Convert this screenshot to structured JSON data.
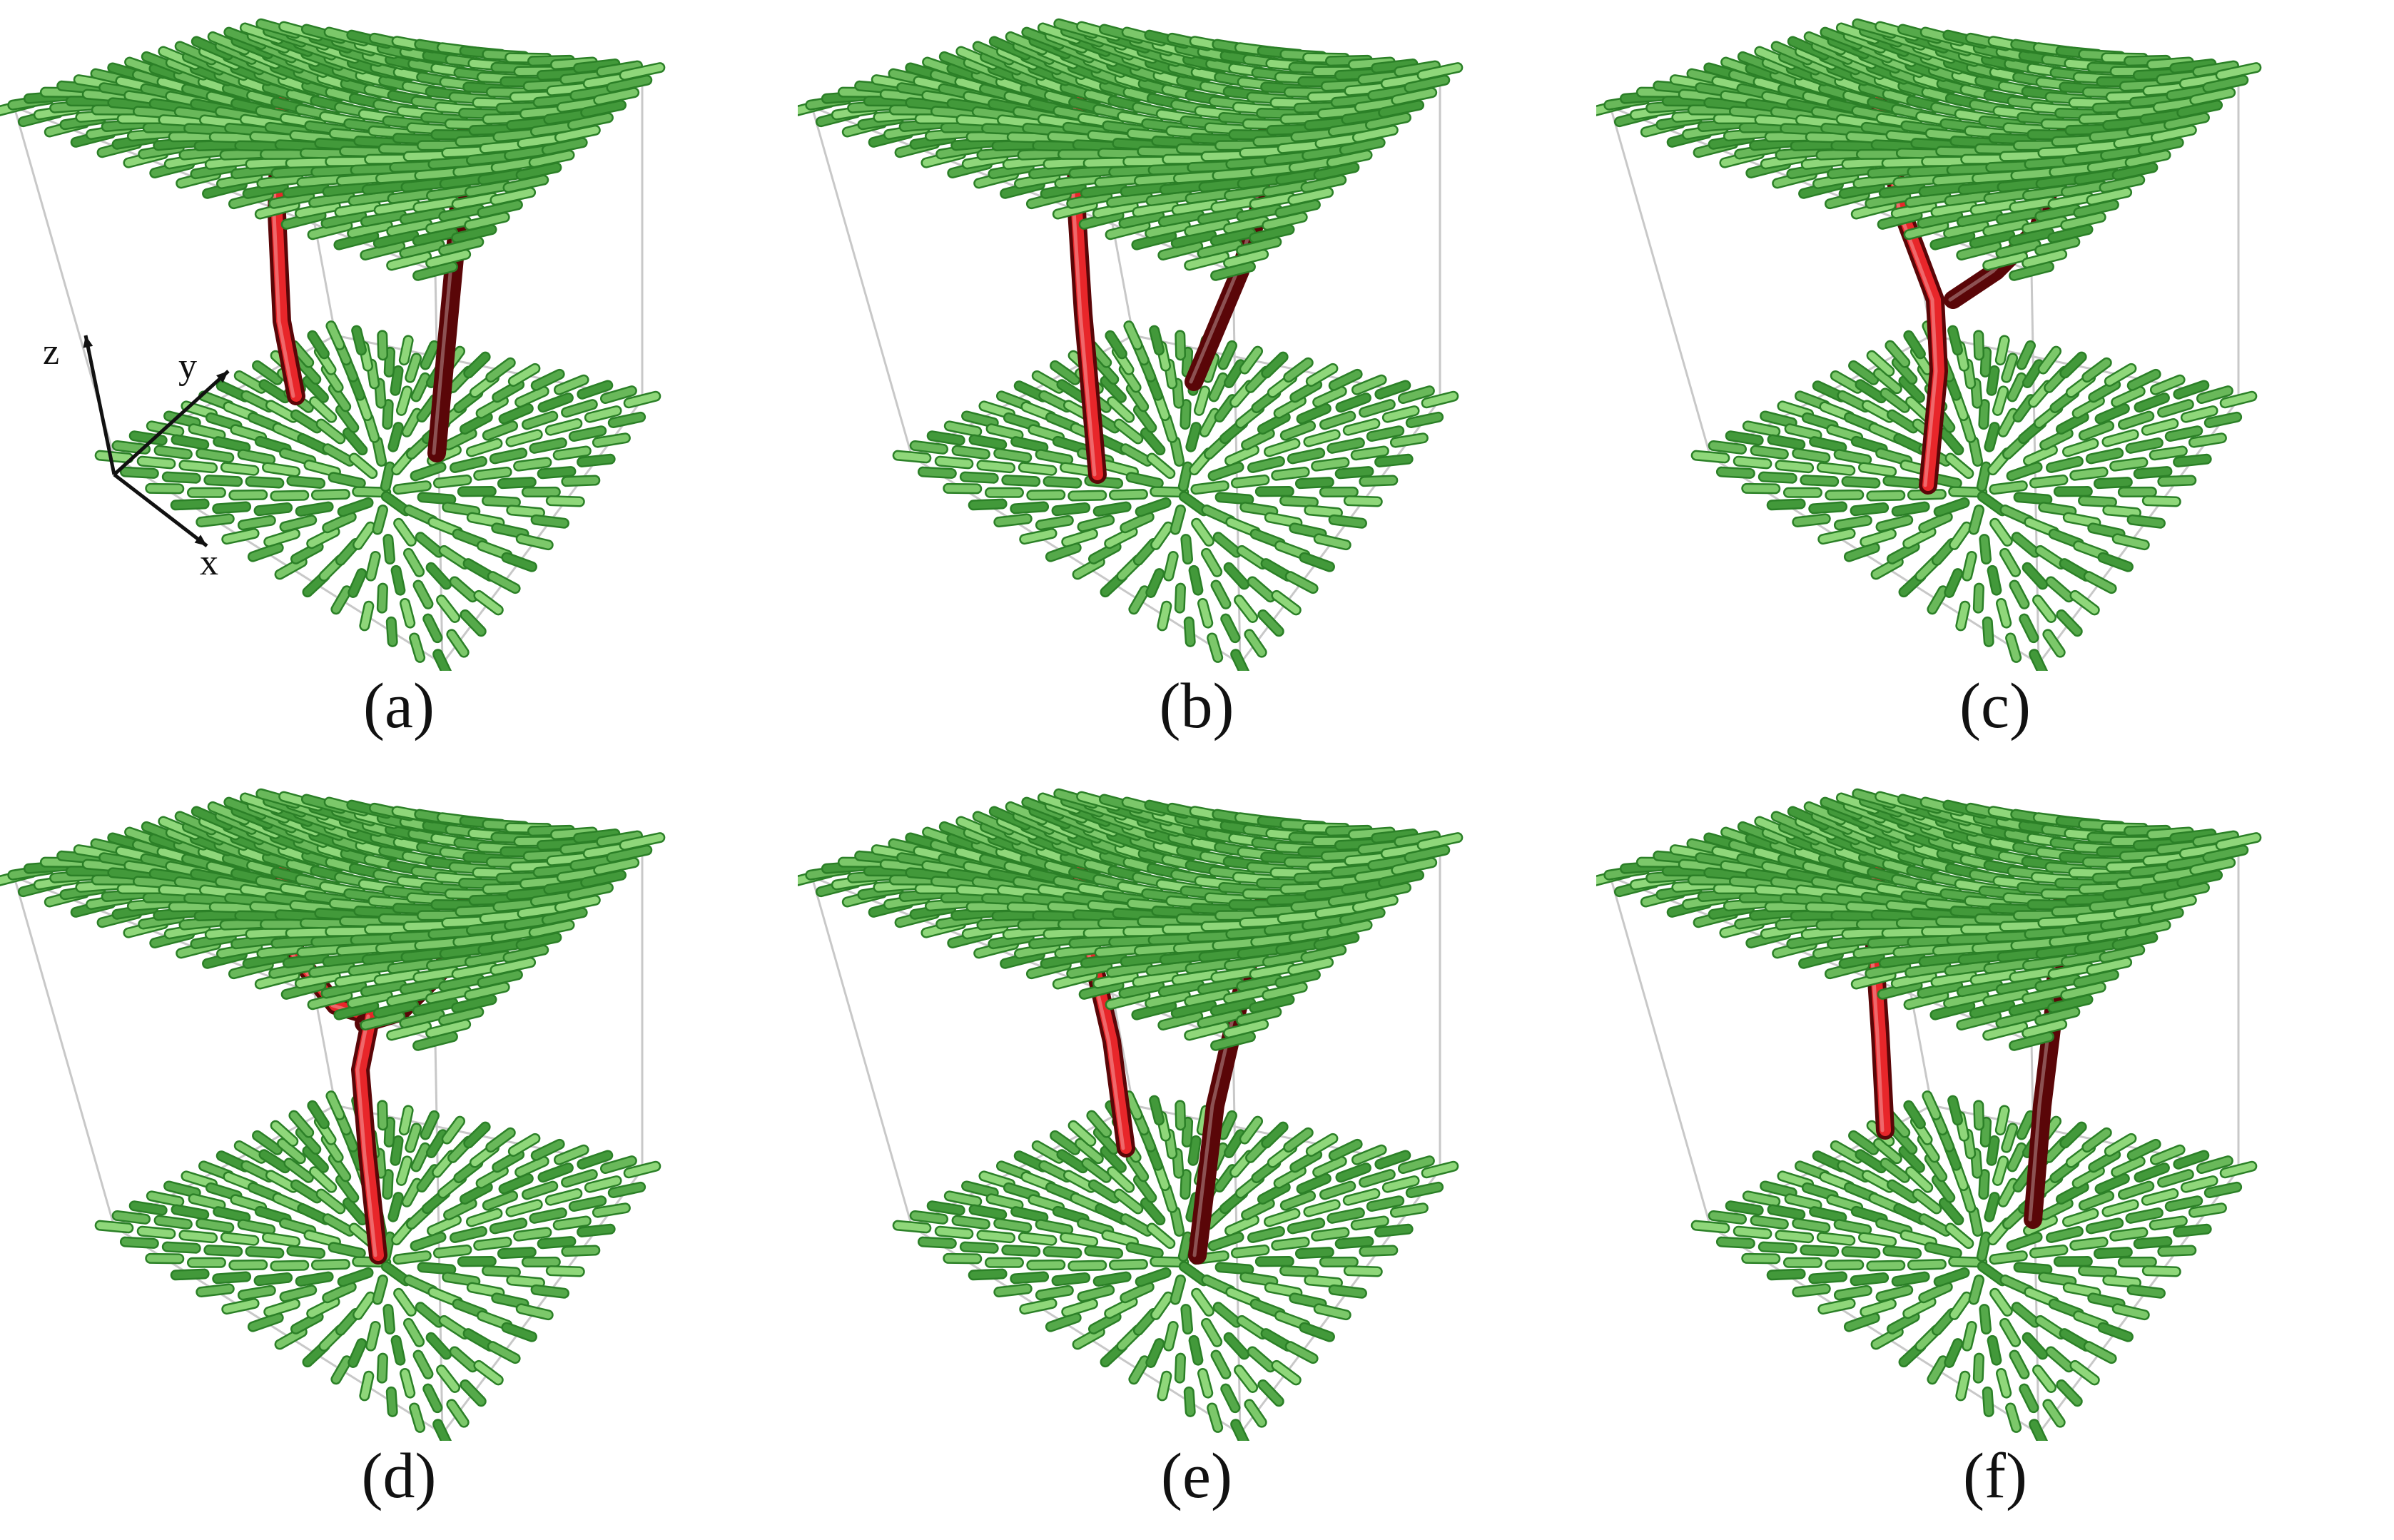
{
  "figure": {
    "panels": [
      {
        "label": "(a)",
        "config": "two-separate"
      },
      {
        "label": "(b)",
        "config": "two-separate"
      },
      {
        "label": "(c)",
        "config": "y-join-low"
      },
      {
        "label": "(d)",
        "config": "v-join"
      },
      {
        "label": "(e)",
        "config": "two-v"
      },
      {
        "label": "(f)",
        "config": "two-separate-short"
      }
    ],
    "axes": {
      "x": "x",
      "y": "y",
      "z": "z"
    },
    "colors": {
      "director_light": "#8fd77a",
      "director_dark": "#2f8a2a",
      "defect_light": "#e8262a",
      "defect_dark": "#5a0608",
      "box_edge": "#c8c8c8"
    }
  }
}
